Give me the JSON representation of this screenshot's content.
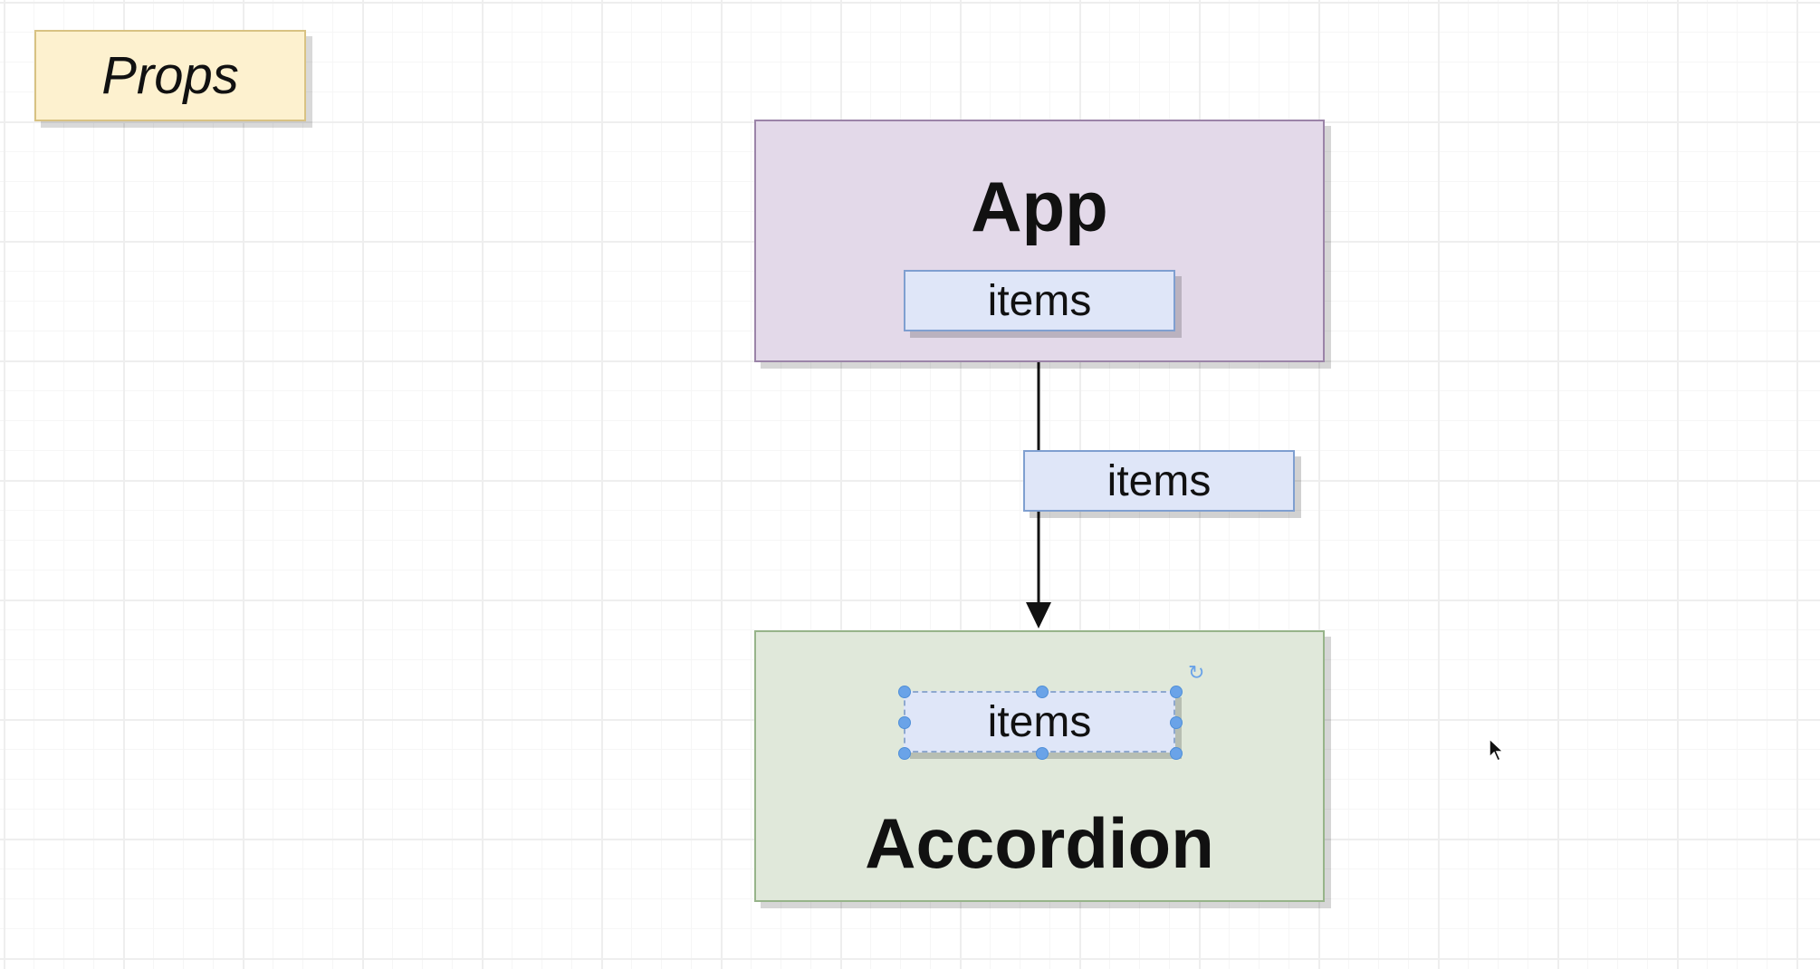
{
  "note": {
    "title": "Props"
  },
  "app": {
    "title": "App",
    "prop_label": "items"
  },
  "edge": {
    "label": "items"
  },
  "accordion": {
    "title": "Accordion",
    "prop_label": "items"
  },
  "colors": {
    "note_fill": "#fdf1cf",
    "app_fill": "#e3d9e9",
    "accordion_fill": "#e0e8da",
    "prop_fill": "#dfe6f8",
    "selection_handle": "#6aa3e8"
  }
}
